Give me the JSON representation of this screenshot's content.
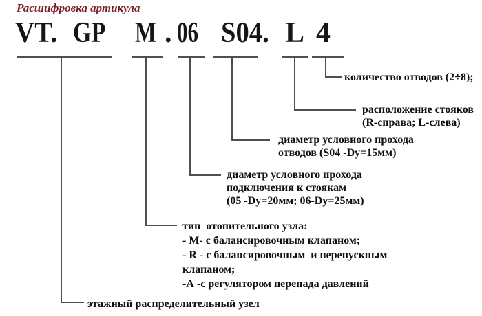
{
  "title": "Расшифровка артикула",
  "article_code": {
    "vt": "VT.",
    "gp": "GP",
    "m": "M",
    "dot": ".",
    "d06": "06",
    "s04": "S04.",
    "l": "L",
    "n4": "4"
  },
  "annotations": {
    "outlets_count": "количество отводов (2÷8);",
    "risers_location": "расположение стояков\n(R-справа; L-слева)",
    "outlets_diameter": "диаметр условного прохода\nотводов (S04 -Dy=15мм)",
    "connection_diameter": "диаметр условного прохода\nподключения к стоякам\n(05 -Dy=20мм; 06-Dy=25мм)",
    "unit_type": "тип  отопительного узла:\n- М- с балансировочным клапаном;\n- R - с балансировочным  и перепускным\nклапаном;\n-А -с регулятором перепада давлений",
    "floor_unit": "этажный распределительный узел"
  },
  "colors": {
    "title_color": "#7b1e28",
    "code_color": "#161616",
    "line_color": "#4f4f4f",
    "annotation_color": "#101010"
  }
}
